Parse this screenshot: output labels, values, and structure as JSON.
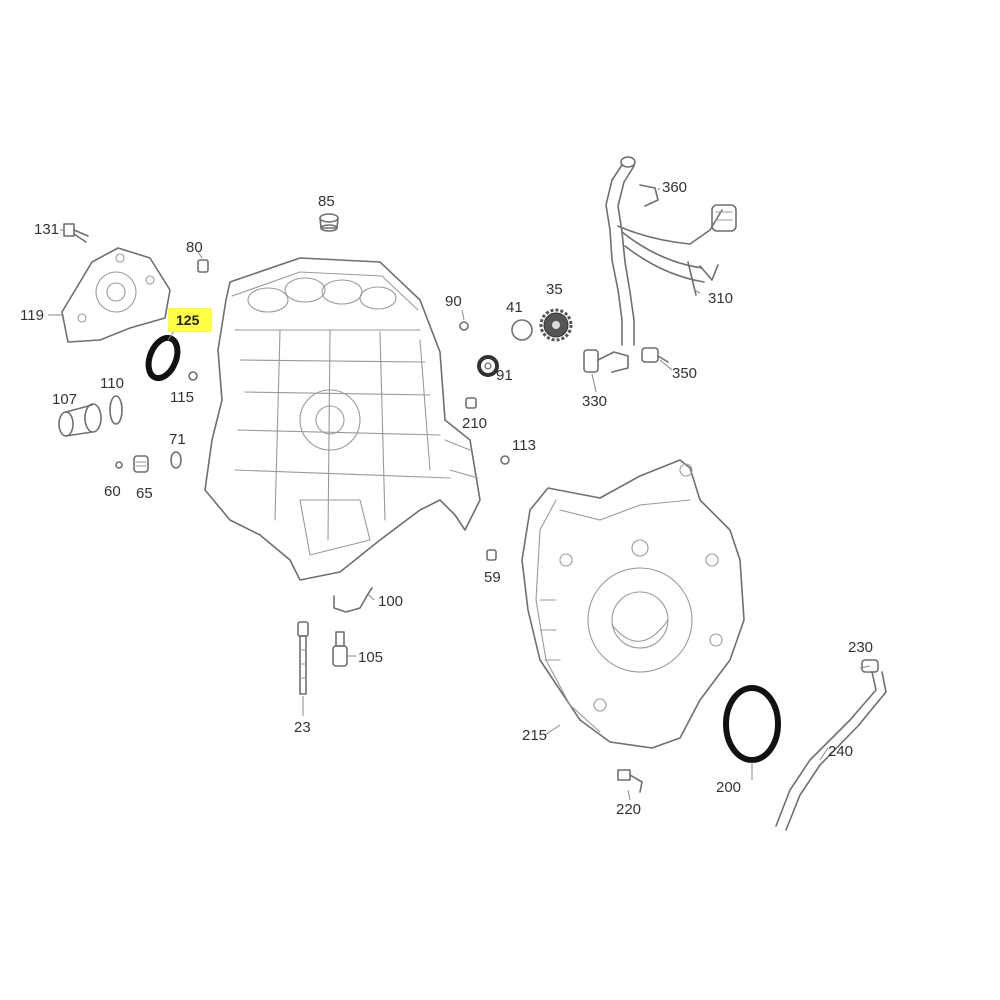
{
  "highlight_color": "#ffff44",
  "callouts": {
    "p131": "131",
    "p119": "119",
    "p80": "80",
    "p85": "85",
    "p125": "125",
    "p110": "110",
    "p107": "107",
    "p115": "115",
    "p71": "71",
    "p60": "60",
    "p65": "65",
    "p90": "90",
    "p41": "41",
    "p35": "35",
    "p91": "91",
    "p210": "210",
    "p113": "113",
    "p59": "59",
    "p360": "360",
    "p310": "310",
    "p330": "330",
    "p350": "350",
    "p100": "100",
    "p105": "105",
    "p23": "23",
    "p215": "215",
    "p220": "220",
    "p200": "200",
    "p230": "230",
    "p240": "240"
  },
  "icons": {
    "engine_block": "engine-block-drawing",
    "bellhousing": "bellhousing-drawing",
    "front_cover": "front-cover-drawing",
    "oil_pipe": "oil-pipe-drawing",
    "dipstick_tube": "dipstick-tube-drawing"
  }
}
